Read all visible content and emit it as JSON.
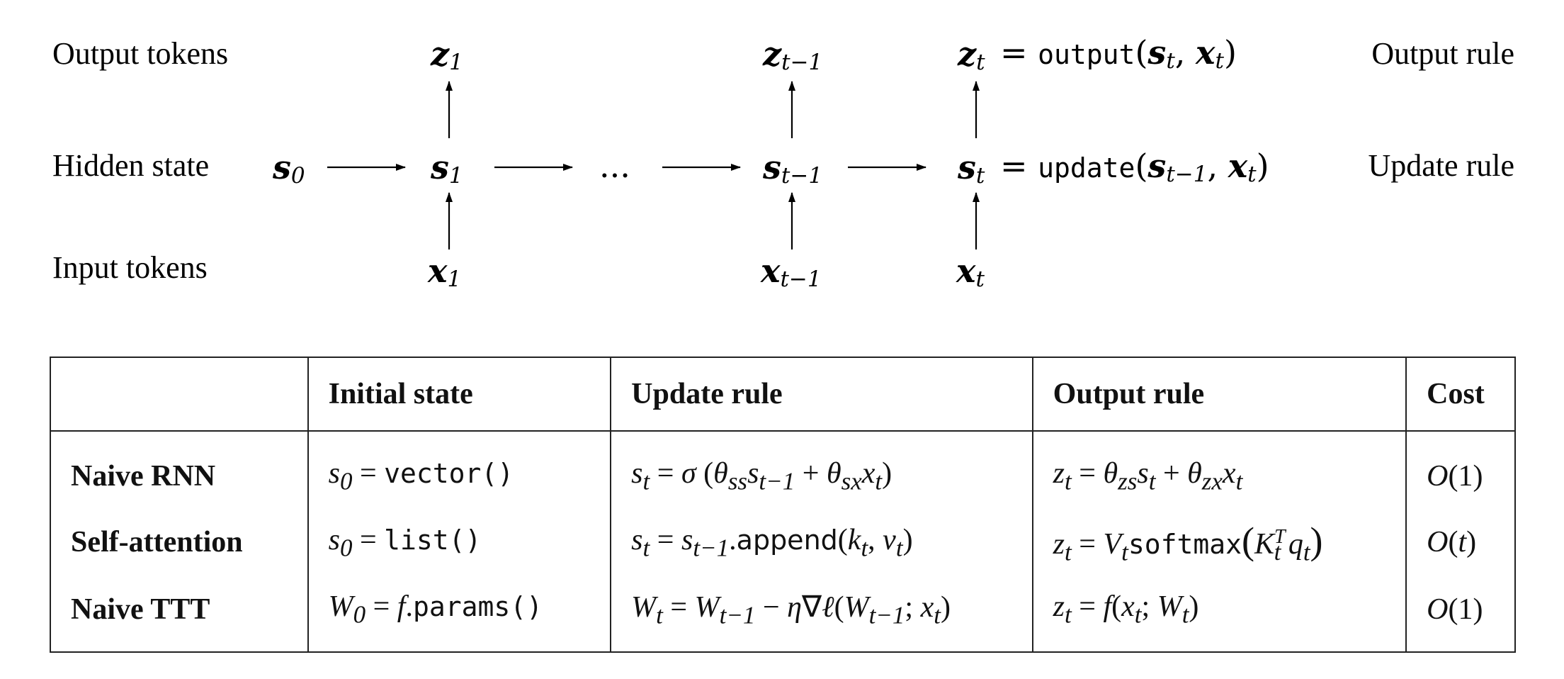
{
  "diagram": {
    "row_labels": {
      "output": "Output tokens",
      "hidden": "Hidden state",
      "input": "Input tokens"
    },
    "right_labels": {
      "output": "Output rule",
      "update": "Update rule"
    },
    "nodes": {
      "s0": {
        "base": "s",
        "sub": "0"
      },
      "s1": {
        "base": "s",
        "sub": "1"
      },
      "ellipsis": "...",
      "st_1": {
        "base": "s",
        "sub": "t−1"
      },
      "st": {
        "base": "s",
        "sub": "t"
      },
      "z1": {
        "base": "z",
        "sub": "1"
      },
      "zt_1": {
        "base": "z",
        "sub": "t−1"
      },
      "zt": {
        "base": "z",
        "sub": "t"
      },
      "x1": {
        "base": "x",
        "sub": "1"
      },
      "xt_1": {
        "base": "x",
        "sub": "t−1"
      },
      "xt": {
        "base": "x",
        "sub": "t"
      }
    },
    "output_eq": {
      "fn": "output",
      "args": [
        "s",
        "t",
        "x",
        "t"
      ]
    },
    "update_eq": {
      "fn": "update",
      "args": [
        "s",
        "t−1",
        "x",
        "t"
      ]
    }
  },
  "table": {
    "headers": [
      "",
      "Initial state",
      "Update rule",
      "Output rule",
      "Cost"
    ],
    "rows": [
      {
        "method": "Naive RNN",
        "initial": "s₀ = vector()",
        "update": "sₜ = σ (θₛₛsₜ₋₁ + θₛₓxₜ)",
        "output": "zₜ = θ_zs sₜ + θ_zx xₜ",
        "cost": "O(1)"
      },
      {
        "method": "Self-attention",
        "initial": "s₀ = list()",
        "update": "sₜ = sₜ₋₁.append(kₜ, vₜ)",
        "output": "zₜ = Vₜ softmax(Kₜᵀ qₜ)",
        "cost": "O(t)"
      },
      {
        "method": "Naive TTT",
        "initial": "W₀ = f.params()",
        "update": "Wₜ = Wₜ₋₁ − η∇ℓ(Wₜ₋₁; xₜ)",
        "output": "zₜ = f(xₜ; Wₜ)",
        "cost": "O(1)"
      }
    ]
  }
}
